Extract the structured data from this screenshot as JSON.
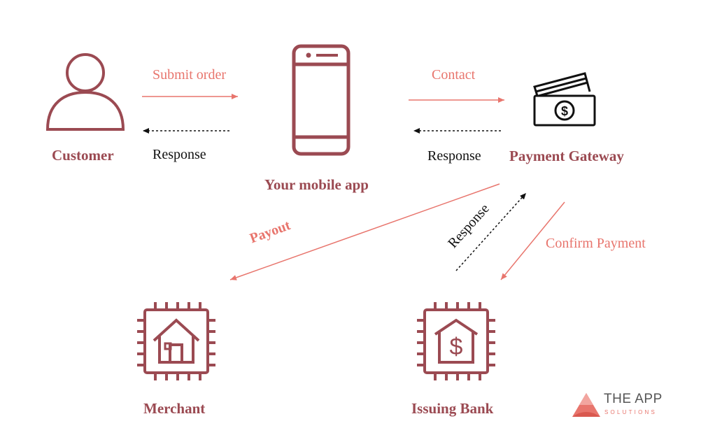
{
  "colors": {
    "node": "#9b4a52",
    "edge_salmon": "#e8756d",
    "edge_black": "#111111"
  },
  "nodes": {
    "customer": {
      "label": "Customer",
      "icon": "person-icon"
    },
    "mobile_app": {
      "label": "Your mobile app",
      "icon": "smartphone-icon"
    },
    "gateway": {
      "label": "Payment Gateway",
      "icon": "credit-cards-dollar-icon"
    },
    "merchant": {
      "label": "Merchant",
      "icon": "chip-house-icon"
    },
    "bank": {
      "label": "Issuing Bank",
      "icon": "chip-bank-dollar-icon"
    }
  },
  "edges": {
    "submit_order": "Submit order",
    "response_customer": "Response",
    "contact": "Contact",
    "response_gateway": "Response",
    "payout": "Payout",
    "response_bank": "Response",
    "confirm_payment": "Confirm Payment"
  },
  "brand": {
    "name": "THE APP",
    "sub": "SOLUTIONS"
  }
}
